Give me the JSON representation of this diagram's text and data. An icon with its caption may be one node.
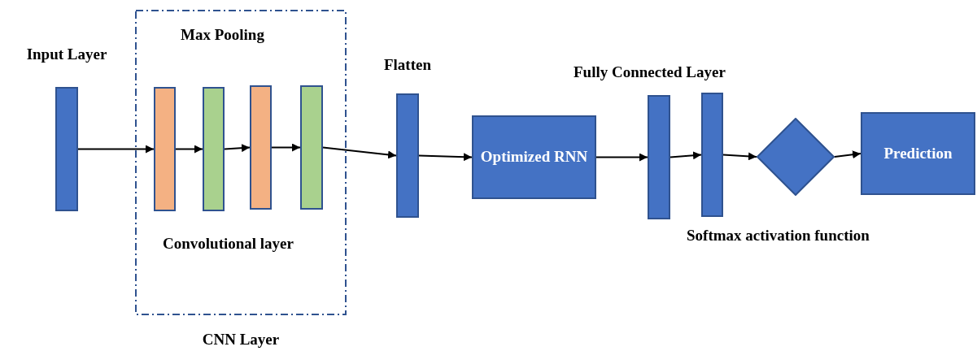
{
  "diagram": {
    "nodes": [
      {
        "text": [
          "CNN Layer"
        ]
      },
      {
        "text": [],
        "shape": "bar",
        "beside": [
          "Input Layer"
        ]
      },
      {
        "text": [],
        "shape": "bar",
        "in": 0
      },
      {
        "text": [],
        "shape": "bar",
        "in": 0
      },
      {
        "text": [],
        "shape": "bar",
        "in": 0
      },
      {
        "text": [],
        "shape": "bar",
        "in": 0
      },
      {
        "text": [],
        "shape": "bar",
        "beside": [
          "Flatten"
        ]
      },
      {
        "text": [
          "Optimized RNN"
        ]
      },
      {
        "text": [],
        "shape": "bar"
      },
      {
        "text": [],
        "shape": "bar"
      },
      {
        "text": [],
        "shape": "diamond"
      },
      {
        "text": [
          "Prediction"
        ]
      }
    ],
    "edges": [
      {
        "from": 1,
        "to": 2,
        "arrow": "to"
      },
      {
        "from": 2,
        "to": 3,
        "arrow": "to"
      },
      {
        "from": 3,
        "to": 4,
        "arrow": "to"
      },
      {
        "from": 4,
        "to": 5,
        "arrow": "to"
      },
      {
        "from": 5,
        "to": 6,
        "arrow": "to"
      },
      {
        "from": 6,
        "to": 7,
        "arrow": "to"
      },
      {
        "from": 7,
        "to": 8,
        "arrow": "to"
      },
      {
        "from": 8,
        "to": 9,
        "arrow": "to"
      },
      {
        "from": 9,
        "to": 10,
        "arrow": "to"
      },
      {
        "from": 10,
        "to": 11,
        "arrow": "to"
      }
    ],
    "labels": [
      "Max Pooling",
      "Convolutional layer",
      "Fully Connected Layer",
      "Softmax activation function"
    ]
  }
}
